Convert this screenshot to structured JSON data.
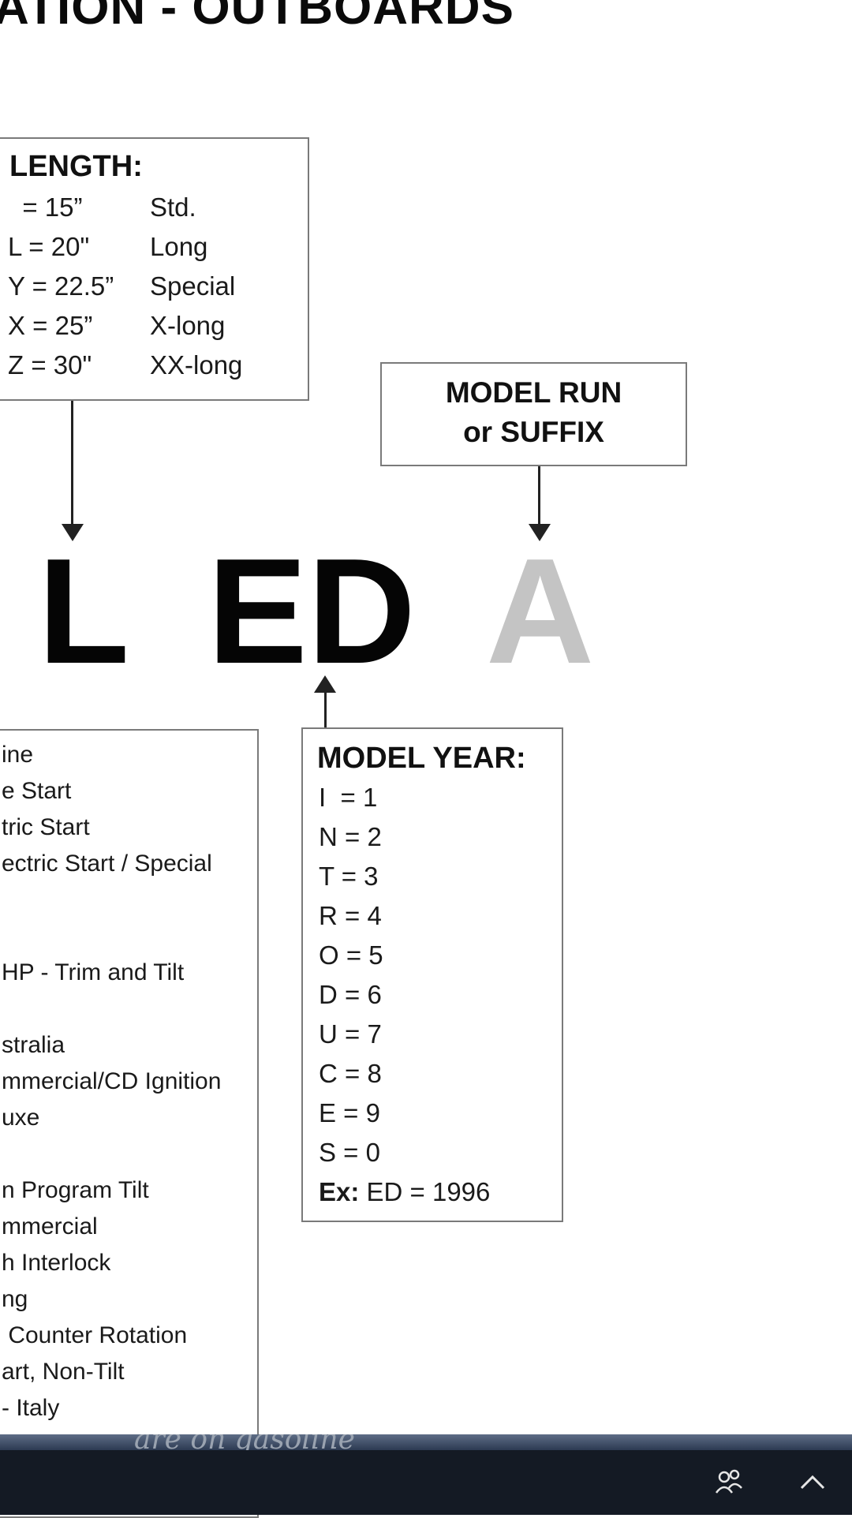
{
  "title": "ATION - OUTBOARDS",
  "length": {
    "heading": "LENGTH:",
    "rows": [
      {
        "code": "  = 15”",
        "desc": "Std."
      },
      {
        "code": "L = 20\"",
        "desc": "Long"
      },
      {
        "code": "Y = 22.5”",
        "desc": "Special"
      },
      {
        "code": "X = 25”",
        "desc": "X-long"
      },
      {
        "code": "Z = 30\"",
        "desc": "XX-long"
      }
    ]
  },
  "model_run": {
    "line1": "MODEL RUN",
    "line2": "or SUFFIX"
  },
  "big_letters": {
    "l": "L",
    "ed": "ED",
    "a": "A"
  },
  "left_list": [
    "ine",
    "e Start",
    "tric Start",
    "ectric Start / Special",
    "HP - Trim and Tilt",
    "stralia",
    "mmercial/CD Ignition",
    "uxe",
    "n Program Tilt",
    "mmercial",
    "h Interlock",
    "ng",
    " Counter Rotation",
    "art, Non-Tilt",
    "- Italy"
  ],
  "model_year": {
    "heading": "MODEL YEAR:",
    "rows": [
      "I  = 1",
      "N = 2",
      "T = 3",
      "R = 4",
      "O = 5",
      "D = 6",
      "U = 7",
      "C = 8",
      "E = 9",
      "S = 0"
    ],
    "example_label": "Ex:",
    "example_value": " ED = 1996"
  },
  "strip_text": "are on gasoline",
  "taskbar": {
    "people_icon": "people-icon",
    "chevron_icon": "chevron-up-icon"
  }
}
